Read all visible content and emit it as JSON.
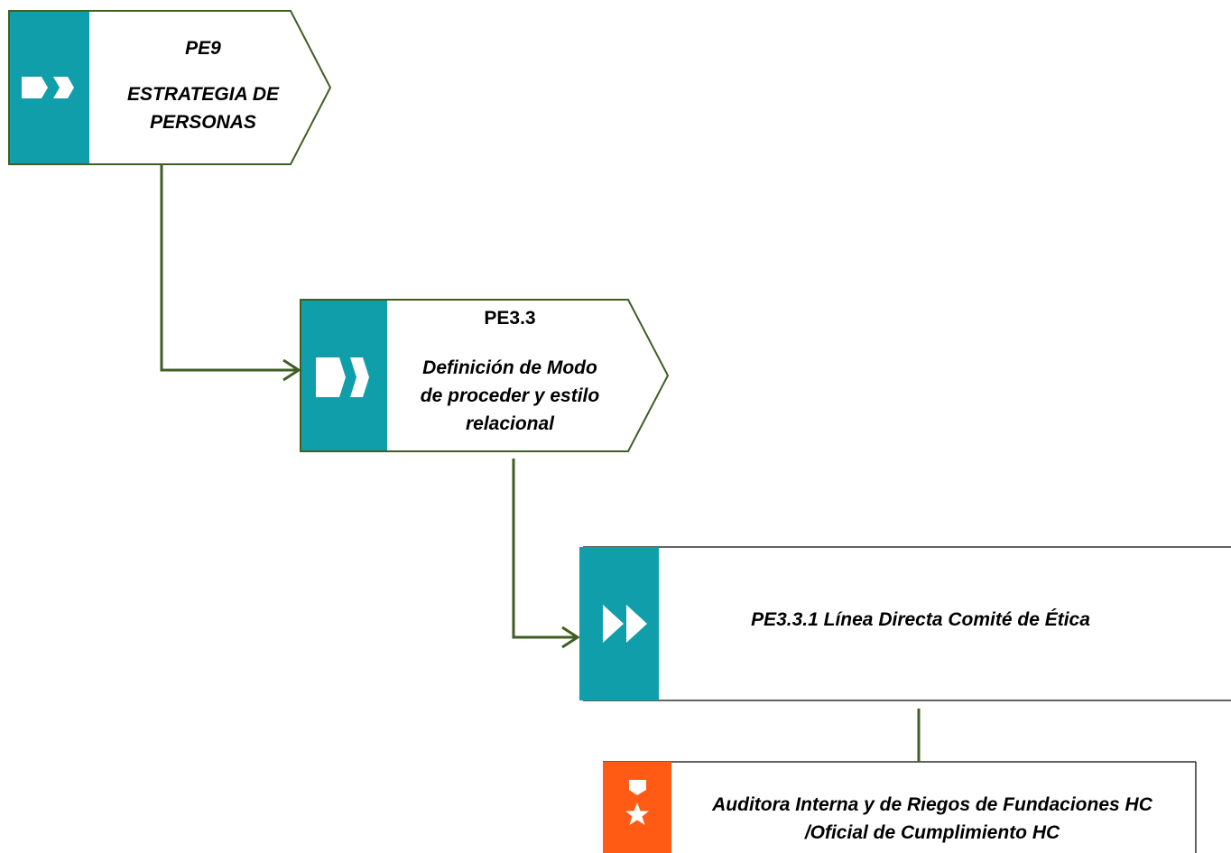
{
  "colors": {
    "teal": "#109FAA",
    "connector": "#3F5E23",
    "orange": "#FF5B14",
    "box_border": "#2F2F2F",
    "text": "#000000"
  },
  "nodes": {
    "pe9": {
      "code": "PE9",
      "title_line1": "ESTRATEGIA DE",
      "title_line2": "PERSONAS",
      "icon": "double-chevron-icon"
    },
    "pe33": {
      "code": "PE3.3",
      "title_line1": "Definición de Modo",
      "title_line2": "de proceder y estilo",
      "title_line3": "relacional",
      "icon": "double-chevron-icon"
    },
    "pe331": {
      "title": "PE3.3.1 Línea Directa Comité de Ética",
      "icon": "play-forward-icon"
    },
    "role": {
      "title_line1": "Auditora Interna y de Riegos de Fundaciones HC",
      "title_line2": "/Oficial de Cumplimiento HC",
      "icon": "star-badge-icon"
    }
  }
}
